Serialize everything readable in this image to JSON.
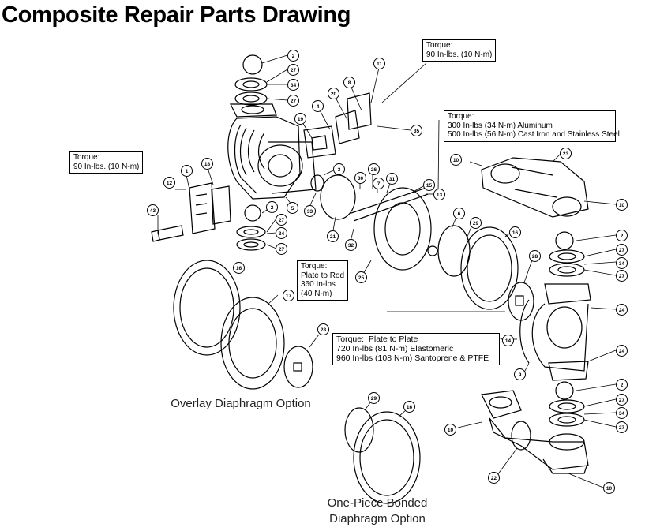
{
  "title": "Composite Repair Parts Drawing",
  "torque_boxes": [
    {
      "id": "t1",
      "lines": [
        "Torque:",
        "90 In-lbs. (10 N-m)"
      ]
    },
    {
      "id": "t2",
      "lines": [
        "Torque:",
        "300 In-lbs (34 N-m) Aluminum",
        "500 In-lbs (56 N-m) Cast Iron and Stainless Steel"
      ]
    },
    {
      "id": "t3",
      "lines": [
        "Torque:",
        "90 In-lbs. (10 N-m)"
      ]
    },
    {
      "id": "t4",
      "lines": [
        "Torque:",
        "Plate to Rod",
        "360 In-lbs",
        "(40 N-m)"
      ]
    },
    {
      "id": "t5",
      "lines": [
        "Torque:  Plate to Plate",
        "720 In-lbs (81 N-m) Elastomeric",
        "960 In-lbs (108 N-m) Santoprene & PTFE"
      ]
    }
  ],
  "captions": {
    "overlay": "Overlay Diaphragm Option",
    "bonded_line1": "One-Piece Bonded",
    "bonded_line2": "Diaphragm Option"
  },
  "part_numbers": [
    "2",
    "27",
    "34",
    "27",
    "11",
    "8",
    "20",
    "4",
    "19",
    "35",
    "1",
    "18",
    "3",
    "30",
    "26",
    "7",
    "31",
    "15",
    "13",
    "12",
    "43",
    "2",
    "27",
    "34",
    "27",
    "5",
    "33",
    "21",
    "32",
    "25",
    "6",
    "29",
    "16",
    "10",
    "23",
    "10",
    "2",
    "27",
    "34",
    "27",
    "28",
    "24",
    "14",
    "24",
    "9",
    "16",
    "17",
    "28",
    "2",
    "27",
    "34",
    "27",
    "29",
    "16",
    "10",
    "22",
    "10"
  ]
}
